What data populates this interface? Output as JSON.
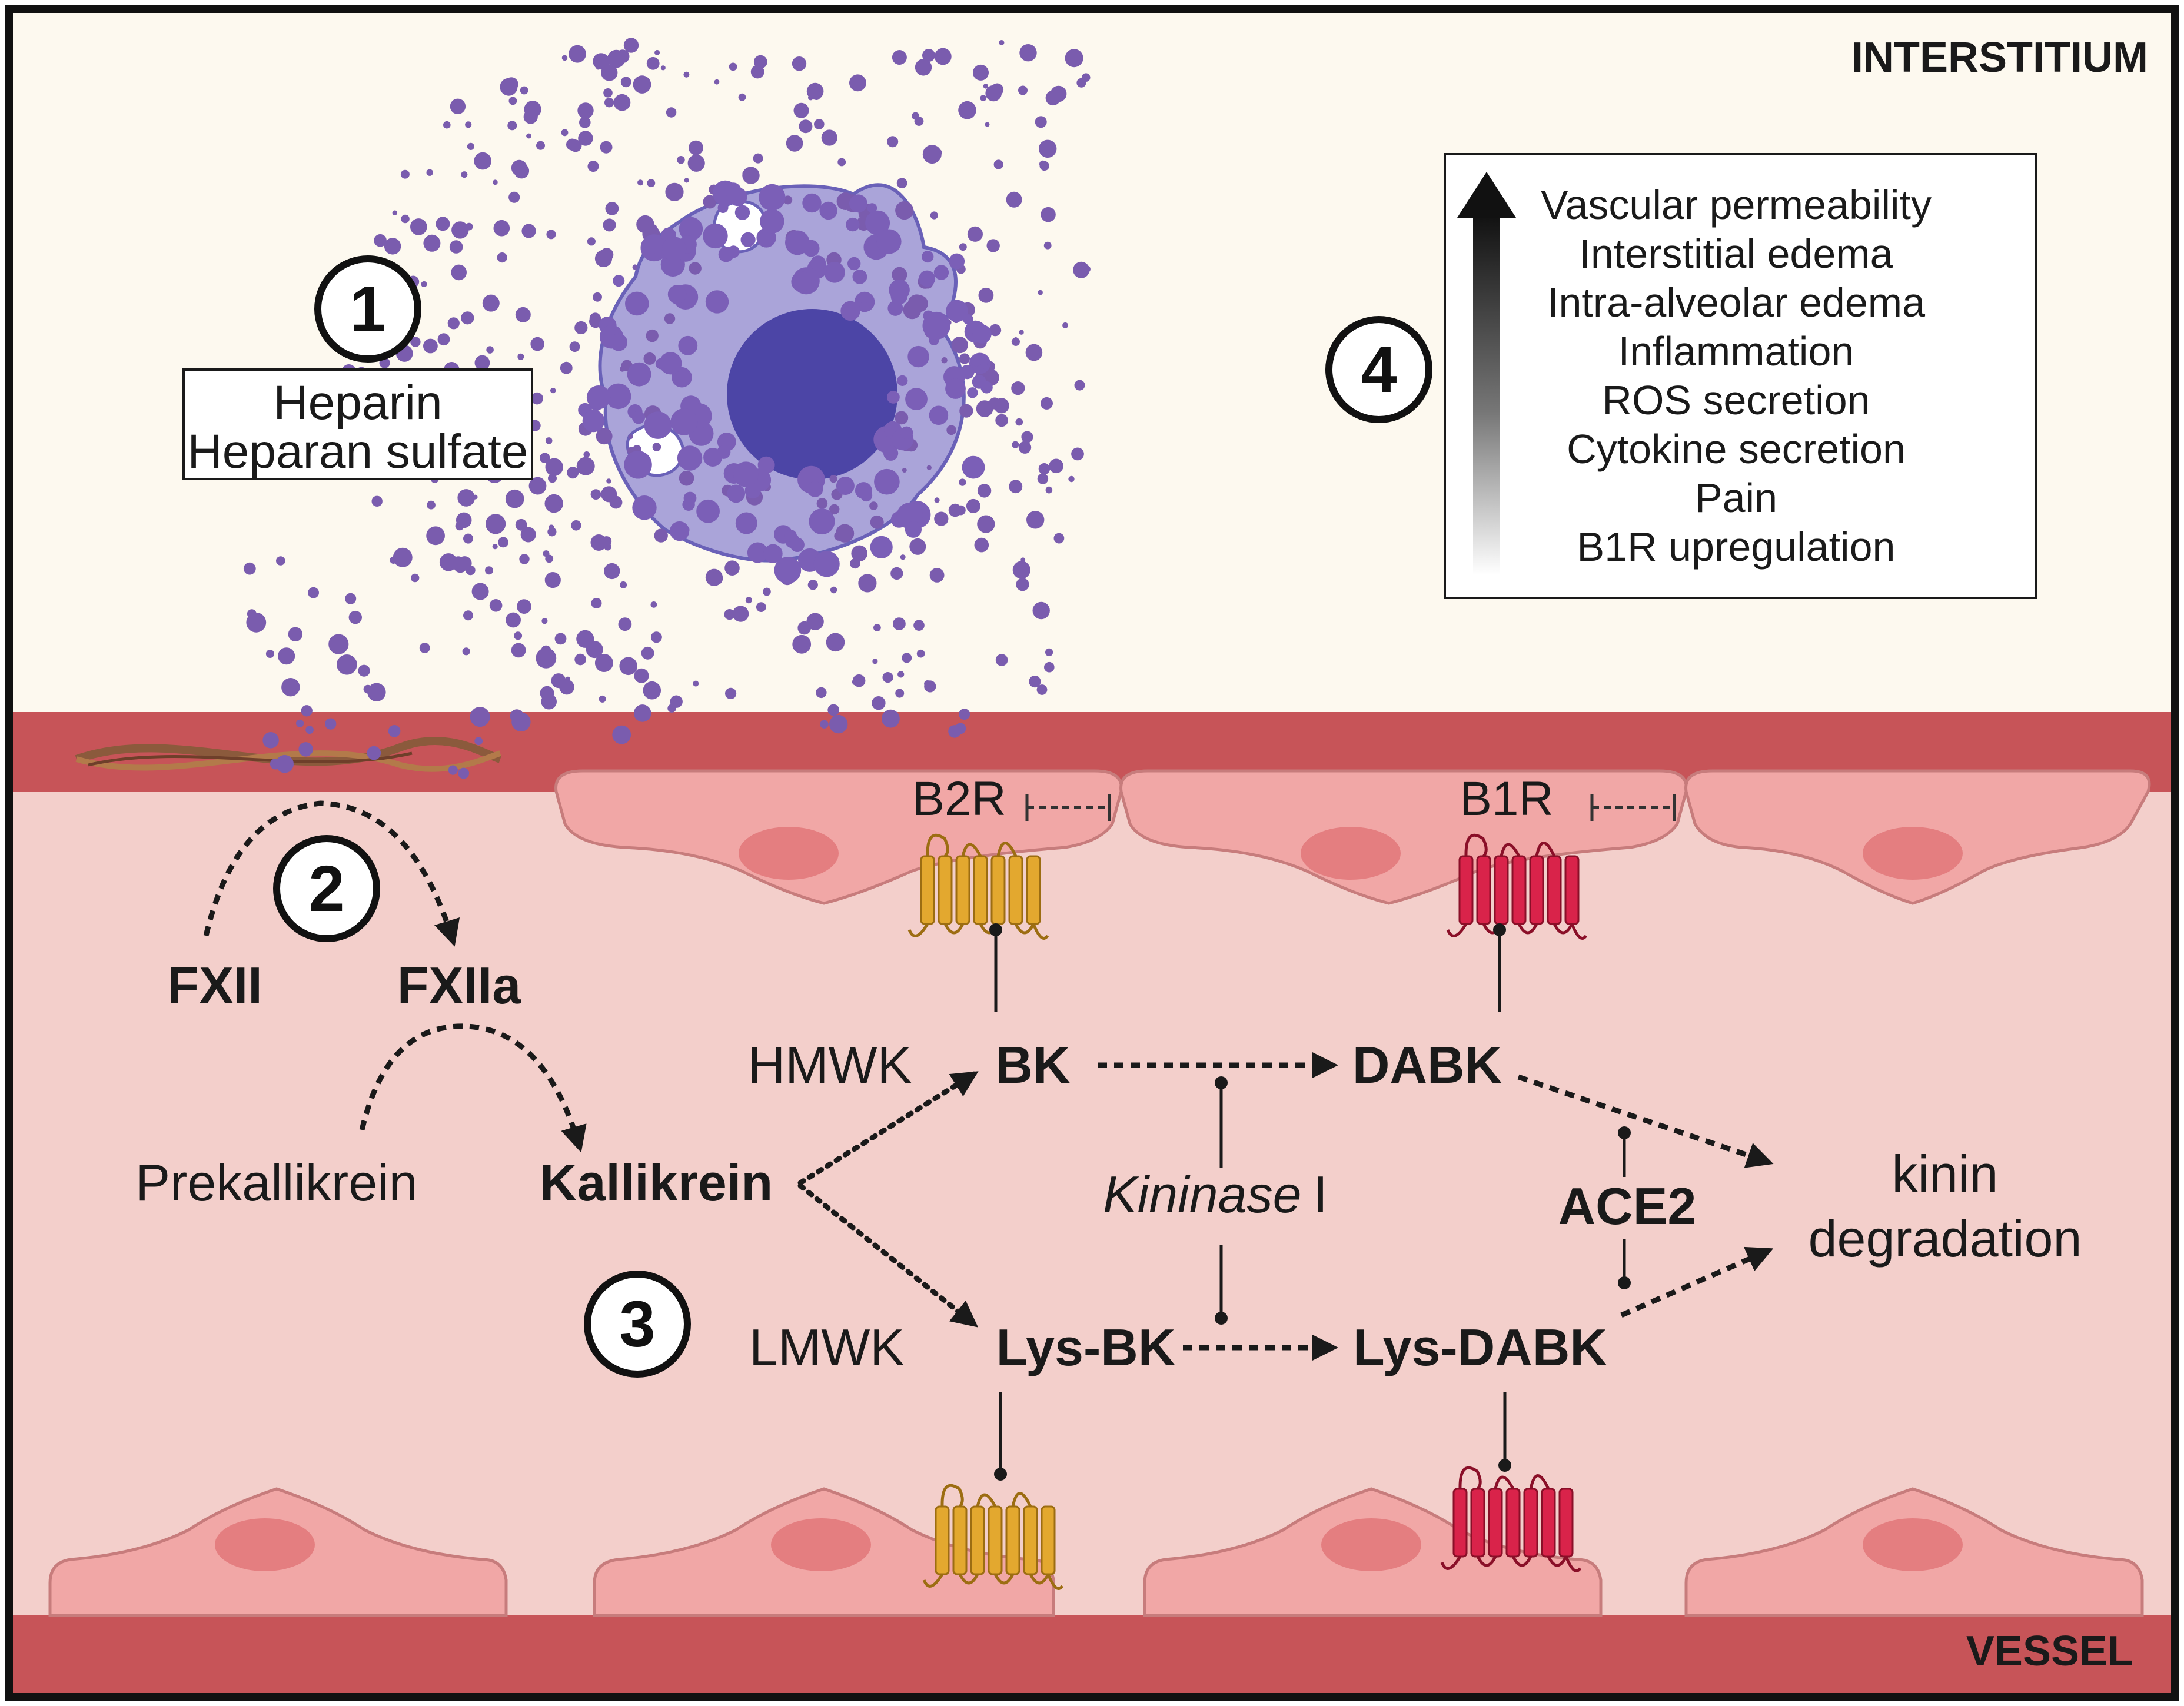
{
  "regions": {
    "interstitium": "INTERSTITIUM",
    "vessel": "VESSEL"
  },
  "step_numbers": {
    "step1": "1",
    "step2": "2",
    "step3": "3",
    "step4": "4"
  },
  "heparin_box": {
    "line1": "Heparin",
    "line2": "Heparan sulfate"
  },
  "receptors": {
    "b2r": "B2R",
    "b1r": "B1R"
  },
  "contact_activation": {
    "fxii": "FXII",
    "fxiia": "FXIIa",
    "prekallikrein": "Prekallikrein",
    "kallikrein": "Kallikrein"
  },
  "kinin_pathway": {
    "hmwk": "HMWK",
    "lmwk": "LMWK",
    "bk": "BK",
    "dabk": "DABK",
    "lys_bk": "Lys-BK",
    "lys_dabk": "Lys-DABK",
    "kininase_italic": "Kininase",
    "kininase_roman": "I",
    "ace2": "ACE2",
    "kinin": "kinin",
    "degradation": "degradation"
  },
  "effects": [
    "Vascular permeability",
    "Interstitial edema",
    "Intra-alveolar edema",
    "Inflammation",
    "ROS secretion",
    "Cytokine secretion",
    "Pain",
    "B1R upregulation"
  ],
  "colors": {
    "interstitium_bg": "#fdf9ef",
    "vessel_bg": "#f3cfcb",
    "vessel_wall": "#c75458",
    "endothelial_cell": "#f1a7a6",
    "nucleus": "#e47e80",
    "mast_cell": "#aaa4d9",
    "mast_nucleus": "#4c45a6",
    "granule": "#7a5cae",
    "b2r_receptor": "#e3a82f",
    "b1r_receptor": "#d9234a"
  }
}
